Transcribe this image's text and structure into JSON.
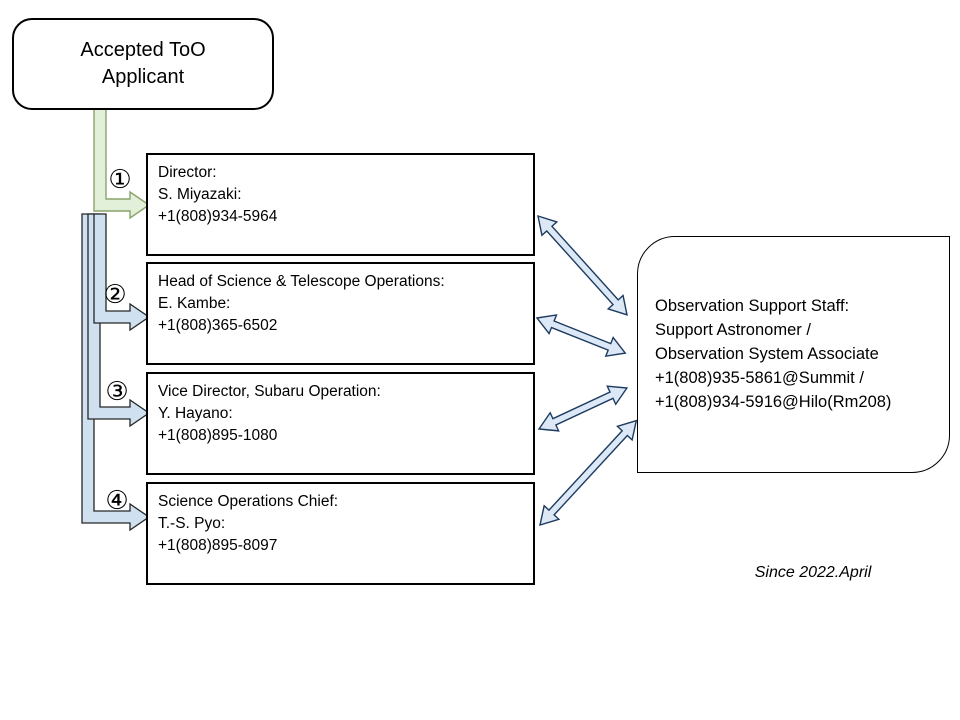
{
  "applicant": {
    "line1": "Accepted ToO",
    "line2": "Applicant"
  },
  "contacts": [
    {
      "number": "①",
      "role": "Director:",
      "person": "S. Miyazaki:",
      "phone": "+1(808)934-5964"
    },
    {
      "number": "②",
      "role": "Head of Science & Telescope Operations:",
      "person": "E. Kambe:",
      "phone": "+1(808)365-6502"
    },
    {
      "number": "③",
      "role": "Vice Director, Subaru Operation:",
      "person": "Y. Hayano:",
      "phone": "+1(808)895-1080"
    },
    {
      "number": "④",
      "role": "Science Operations Chief:",
      "person": "T.-S. Pyo:",
      "phone": "+1(808)895-8097"
    }
  ],
  "support": {
    "lines": [
      "Observation Support Staff:",
      "Support Astronomer /",
      "Observation System Associate",
      "+1(808)935-5861@Summit /",
      "+1(808)934-5916@Hilo(Rm208)"
    ]
  },
  "footnote": "Since 2022.April",
  "colors": {
    "page-bg": "#ffffff",
    "box-border": "#000000",
    "text-color": "#000000",
    "green-fill": "#e2efd9",
    "green-stroke": "#8aa36c",
    "blue-elbow-fill": "#cfe0f1",
    "blue-elbow-stroke": "#262626",
    "dbl-fill": "#dce8f6",
    "dbl-stroke": "#1d3b5f"
  }
}
